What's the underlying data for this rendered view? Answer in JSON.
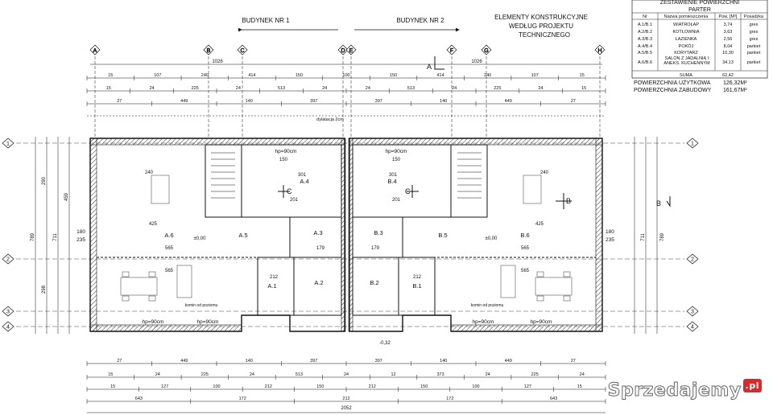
{
  "headings": {
    "building1": "BUDYNEK NR 1",
    "building2": "BUDYNEK NR 2",
    "note_line1": "ELEMENTY KONSTRUKCYJNE",
    "note_line2": "WEDŁUG PROJEKTU",
    "note_line3": "TECHNICZNEGO"
  },
  "area_table": {
    "title": "ZESTAWIENIE POWIERZCHNI",
    "subtitle": "PARTER",
    "headers": [
      "Nr",
      "Nazwa pomieszczenia",
      "Pow. [M²]",
      "Posadzka"
    ],
    "rows": [
      [
        "A.1/B.1",
        "WIATROŁAP",
        "3,74",
        "gres"
      ],
      [
        "A.2/B.2",
        "KOTŁOWNIA",
        "3,63",
        "gres"
      ],
      [
        "A.3/B.3",
        "ŁAZIENKA",
        "2,56",
        "gres"
      ],
      [
        "A.4/B.4",
        "POKÓJ",
        "8,04",
        "parkiet"
      ],
      [
        "A.5/B.5",
        "KORYTARZ",
        "10,30",
        "parkiet"
      ],
      [
        "A.6/B.6",
        "SALON Z JADALNIĄ I ANEKS. KUCHENNYM",
        "34,13",
        "parkiet"
      ]
    ],
    "sum_label": "SUMA",
    "sum_value": "62,42",
    "usable_label": "POWIERZCHNIA UŻYTKOWA",
    "usable_value": "126,32M²",
    "built_label": "POWIERZCHNIA ZABUDOWY",
    "built_value": "161,67M²"
  },
  "axes_letters": [
    "A",
    "B",
    "C",
    "D",
    "E",
    "F",
    "G",
    "H"
  ],
  "axes_numbers": [
    "1",
    "2",
    "3",
    "4"
  ],
  "dims": {
    "top_total": "1026",
    "row1": [
      "15",
      "107",
      "240",
      "414",
      "150",
      "100",
      "150",
      "414",
      "240",
      "107",
      "15"
    ],
    "row2": [
      "15",
      "24",
      "225",
      "24",
      "513",
      "24",
      "24",
      "513",
      "24",
      "225",
      "24",
      "15"
    ],
    "row3": [
      "27",
      "449",
      "140",
      "397",
      "397",
      "140",
      "449",
      "27"
    ],
    "bot1": [
      "27",
      "449",
      "140",
      "397",
      "397",
      "140",
      "449",
      "27"
    ],
    "bot2": [
      "15",
      "24",
      "225",
      "24",
      "513",
      "24",
      "12",
      "373",
      "24",
      "225",
      "24"
    ],
    "bot3": [
      "15",
      "127",
      "100",
      "212",
      "150",
      "212",
      "150",
      "100",
      "127",
      "15"
    ],
    "bot4": [
      "643",
      "172",
      "212",
      "172",
      "643"
    ],
    "bot_total": "2052",
    "left_total": "789",
    "left_mid": "711",
    "left_a": "290",
    "left_b": "459",
    "left_c": "298",
    "right_total": "789",
    "right_mid": "711"
  },
  "rooms": {
    "a6": "A.6",
    "a5": "A.5",
    "a4": "A.4",
    "a3": "A.3",
    "a2": "A.2",
    "a1": "A.1",
    "b6": "B.6",
    "b5": "B.5",
    "b4": "B.4",
    "b3": "B.3",
    "b2": "B.2",
    "b1": "B.1"
  },
  "labels": {
    "hp90": "hp=90cm",
    "dylatacja": "dylatacja 2cm",
    "komin": "komin od poziomu",
    "level": "±0,00",
    "level2": "-0,32",
    "section_a": "A",
    "section_b": "B",
    "section_c": "C",
    "wymiar_180": "180",
    "wymiar_235": "235",
    "wymiar_425": "425",
    "wymiar_565": "565",
    "wymiar_240": "240",
    "wymiar_301": "301",
    "wymiar_201": "201",
    "wymiar_150": "150",
    "wymiar_212": "212",
    "wymiar_179": "179"
  },
  "watermark": "Sprzedajemy",
  "watermark_tld": ".pl"
}
